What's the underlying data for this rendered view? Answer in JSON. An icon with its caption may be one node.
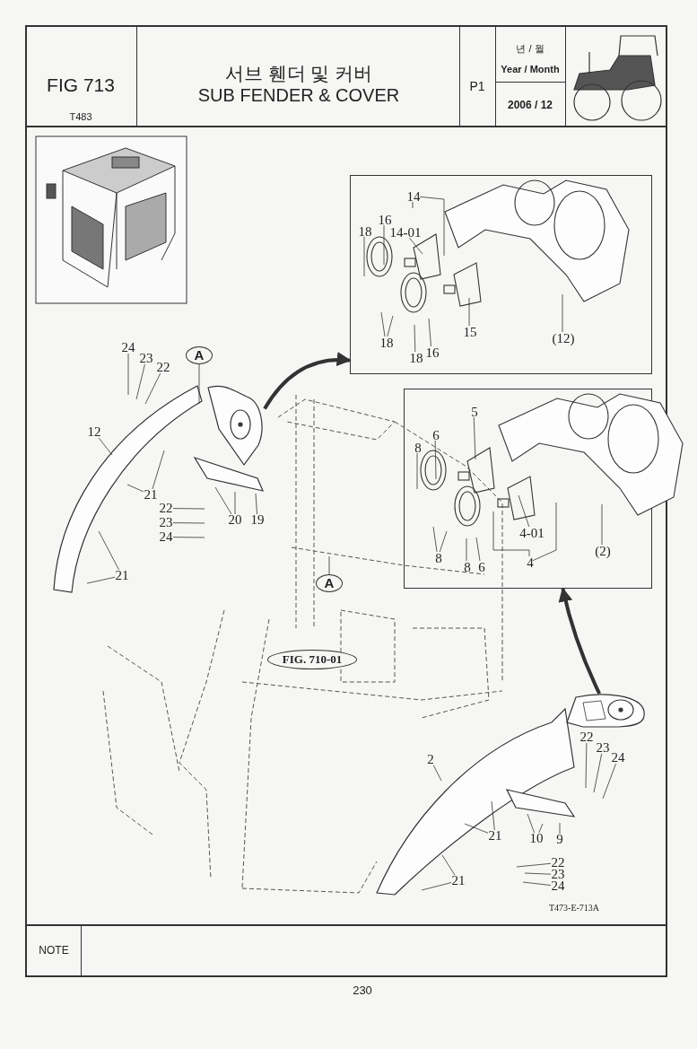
{
  "diagram": {
    "title": "서브 휀더 및 커버",
    "nodes": [
      {
        "text": [],
        "shape": "box"
      },
      {
        "text": [
          "14"
        ],
        "in": 0
      },
      {
        "text": [
          "16"
        ],
        "in": 0
      },
      {
        "text": [
          "18"
        ],
        "in": 0
      },
      {
        "text": [
          "14-01"
        ],
        "in": 0
      },
      {
        "text": [
          "15"
        ],
        "in": 0
      },
      {
        "text": [
          "(12)"
        ],
        "in": 0
      },
      {
        "text": [
          "18"
        ],
        "in": 0
      },
      {
        "text": [
          "16"
        ],
        "in": 0
      },
      {
        "text": [
          "18"
        ],
        "in": 0
      },
      {
        "text": [],
        "shape": "box"
      },
      {
        "text": [
          "5"
        ],
        "in": 10
      },
      {
        "text": [
          "6"
        ],
        "in": 10
      },
      {
        "text": [
          "8"
        ],
        "in": 10
      },
      {
        "text": [
          "4-01"
        ],
        "in": 10
      },
      {
        "text": [
          "(2)"
        ],
        "in": 10
      },
      {
        "text": [
          "8"
        ],
        "in": 10
      },
      {
        "text": [
          "4"
        ],
        "in": 10
      },
      {
        "text": [
          "8"
        ],
        "in": 10
      },
      {
        "text": [
          "6"
        ],
        "in": 10
      },
      {
        "text": [],
        "shape": "picture"
      },
      {
        "text": [],
        "shape": "picture"
      },
      {
        "text": [
          "A"
        ]
      },
      {
        "text": [
          "24"
        ]
      },
      {
        "text": [
          "23"
        ]
      },
      {
        "text": [
          "22"
        ]
      },
      {
        "text": [
          "12"
        ]
      },
      {
        "text": [
          "21"
        ]
      },
      {
        "text": [
          "22"
        ]
      },
      {
        "text": [
          "23"
        ]
      },
      {
        "text": [
          "24"
        ]
      },
      {
        "text": [
          "20"
        ]
      },
      {
        "text": [
          "19"
        ]
      },
      {
        "text": [
          "21"
        ]
      },
      {
        "text": [
          "A"
        ]
      },
      {
        "text": [
          "FIG. 710-01"
        ]
      },
      {
        "text": [
          "2"
        ]
      },
      {
        "text": [
          "22"
        ]
      },
      {
        "text": [
          "23"
        ]
      },
      {
        "text": [
          "24"
        ]
      },
      {
        "text": [
          "21"
        ]
      },
      {
        "text": [
          "10"
        ]
      },
      {
        "text": [
          "9"
        ]
      },
      {
        "text": [
          "22"
        ]
      },
      {
        "text": [
          "23"
        ]
      },
      {
        "text": [
          "24"
        ]
      },
      {
        "text": [
          "21"
        ]
      }
    ],
    "edges": [
      {
        "from": 20,
        "to": 0,
        "arrow": "to",
        "style": "thick"
      },
      {
        "from": 21,
        "to": 10,
        "arrow": "to",
        "style": "thick"
      },
      {
        "from": 1,
        "to": null,
        "arrow": "none"
      },
      {
        "from": 1,
        "to": null,
        "arrow": "none"
      },
      {
        "from": 2,
        "to": null,
        "arrow": "none"
      },
      {
        "from": 3,
        "to": null,
        "arrow": "none"
      },
      {
        "from": 4,
        "to": null,
        "arrow": "none"
      },
      {
        "from": 5,
        "to": null,
        "arrow": "none"
      },
      {
        "from": 6,
        "to": null,
        "arrow": "none"
      },
      {
        "from": 7,
        "to": null,
        "arrow": "none"
      },
      {
        "from": 7,
        "to": null,
        "arrow": "none"
      },
      {
        "from": 8,
        "to": null,
        "arrow": "none"
      },
      {
        "from": 9,
        "to": null,
        "arrow": "none"
      },
      {
        "from": 11,
        "to": null,
        "arrow": "none"
      },
      {
        "from": 12,
        "to": null,
        "arrow": "none"
      },
      {
        "from": 13,
        "to": null,
        "arrow": "none"
      },
      {
        "from": 14,
        "to": null,
        "arrow": "none"
      },
      {
        "from": 15,
        "to": null,
        "arrow": "none"
      },
      {
        "from": 16,
        "to": null,
        "arrow": "none"
      },
      {
        "from": 16,
        "to": null,
        "arrow": "none"
      },
      {
        "from": 17,
        "to": null,
        "arrow": "none"
      },
      {
        "from": 17,
        "to": null,
        "arrow": "none"
      },
      {
        "from": 18,
        "to": null,
        "arrow": "none"
      },
      {
        "from": 19,
        "to": null,
        "arrow": "none"
      },
      {
        "from": 22,
        "to": null,
        "arrow": "none"
      },
      {
        "from": 23,
        "to": null,
        "arrow": "none"
      },
      {
        "from": 24,
        "to": null,
        "arrow": "none"
      },
      {
        "from": 25,
        "to": null,
        "arrow": "none"
      },
      {
        "from": 26,
        "to": null,
        "arrow": "none"
      },
      {
        "from": 27,
        "to": null,
        "arrow": "none"
      },
      {
        "from": 27,
        "to": null,
        "arrow": "none"
      },
      {
        "from": 28,
        "to": null,
        "arrow": "none"
      },
      {
        "from": 29,
        "to": null,
        "arrow": "none"
      },
      {
        "from": 30,
        "to": null,
        "arrow": "none"
      },
      {
        "from": 31,
        "to": null,
        "arrow": "none"
      },
      {
        "from": 31,
        "to": null,
        "arrow": "none"
      },
      {
        "from": 32,
        "to": null,
        "arrow": "none"
      },
      {
        "from": 33,
        "to": null,
        "arrow": "none"
      },
      {
        "from": 33,
        "to": null,
        "arrow": "none"
      },
      {
        "from": 34,
        "to": null,
        "arrow": "none"
      },
      {
        "from": 36,
        "to": null,
        "arrow": "none"
      },
      {
        "from": 37,
        "to": null,
        "arrow": "none"
      },
      {
        "from": 38,
        "to": null,
        "arrow": "none"
      },
      {
        "from": 39,
        "to": null,
        "arrow": "none"
      },
      {
        "from": 40,
        "to": null,
        "arrow": "none"
      },
      {
        "from": 40,
        "to": null,
        "arrow": "none"
      },
      {
        "from": 41,
        "to": null,
        "arrow": "none"
      },
      {
        "from": 41,
        "to": null,
        "arrow": "none"
      },
      {
        "from": 42,
        "to": null,
        "arrow": "none"
      },
      {
        "from": 43,
        "to": null,
        "arrow": "none"
      },
      {
        "from": 44,
        "to": null,
        "arrow": "none"
      },
      {
        "from": 45,
        "to": null,
        "arrow": "none"
      },
      {
        "from": 46,
        "to": null,
        "arrow": "none"
      },
      {
        "from": 46,
        "to": null,
        "arrow": "none"
      }
    ],
    "labels": [
      "FIG 713",
      "T483",
      "SUB FENDER & COVER",
      "P1",
      "년 / 월",
      "Year / Month",
      "2006 / 12",
      "T473-E-713A",
      "NOTE",
      "230"
    ]
  }
}
